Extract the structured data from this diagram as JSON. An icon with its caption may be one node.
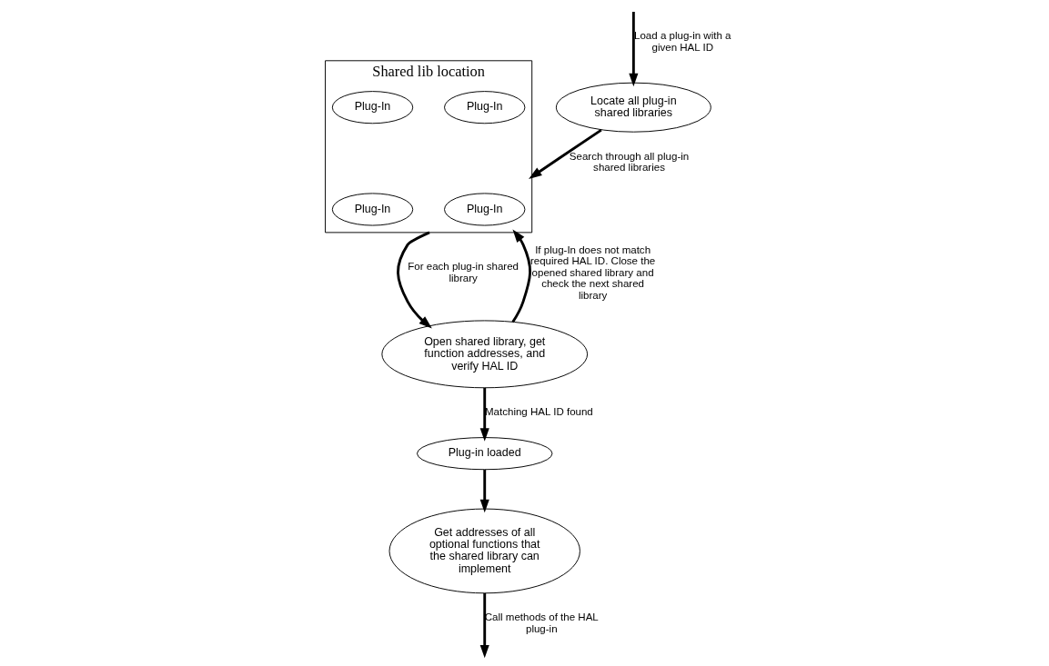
{
  "diagram": {
    "nodes": [
      {
        "text": [
          "Locate all plug-in shared libraries"
        ]
      },
      {
        "text": [
          "Shared lib location"
        ]
      },
      {
        "text": [
          "Plug-In"
        ],
        "in": 1
      },
      {
        "text": [
          "Plug-In"
        ],
        "in": 1
      },
      {
        "text": [
          "Plug-In"
        ],
        "in": 1
      },
      {
        "text": [
          "Plug-In"
        ],
        "in": 1
      },
      {
        "text": [
          "Open shared library, get function addresses, and verify HAL ID"
        ]
      },
      {
        "text": [
          "Plug-in loaded"
        ]
      },
      {
        "text": [
          "Get addresses of all optional functions that the shared library can implement"
        ]
      }
    ],
    "edges": [
      {
        "from": null,
        "to": 0,
        "arrow": "to",
        "label": "Load a plug-in with a given HAL ID"
      },
      {
        "from": 0,
        "to": 1,
        "arrow": "to",
        "label": "Search through all plug-in shared libraries"
      },
      {
        "from": 1,
        "to": 6,
        "arrow": "to",
        "label": "For each plug-in shared library"
      },
      {
        "from": 6,
        "to": 1,
        "arrow": "to",
        "label": "If plug-In does not match required HAL ID. Close the opened shared library and check the next shared library"
      },
      {
        "from": 6,
        "to": 7,
        "arrow": "to",
        "label": "Matching HAL ID found"
      },
      {
        "from": 7,
        "to": 8,
        "arrow": "to"
      },
      {
        "from": 8,
        "to": null,
        "arrow": "to",
        "label": "Call methods of the HAL plug-in"
      }
    ]
  }
}
